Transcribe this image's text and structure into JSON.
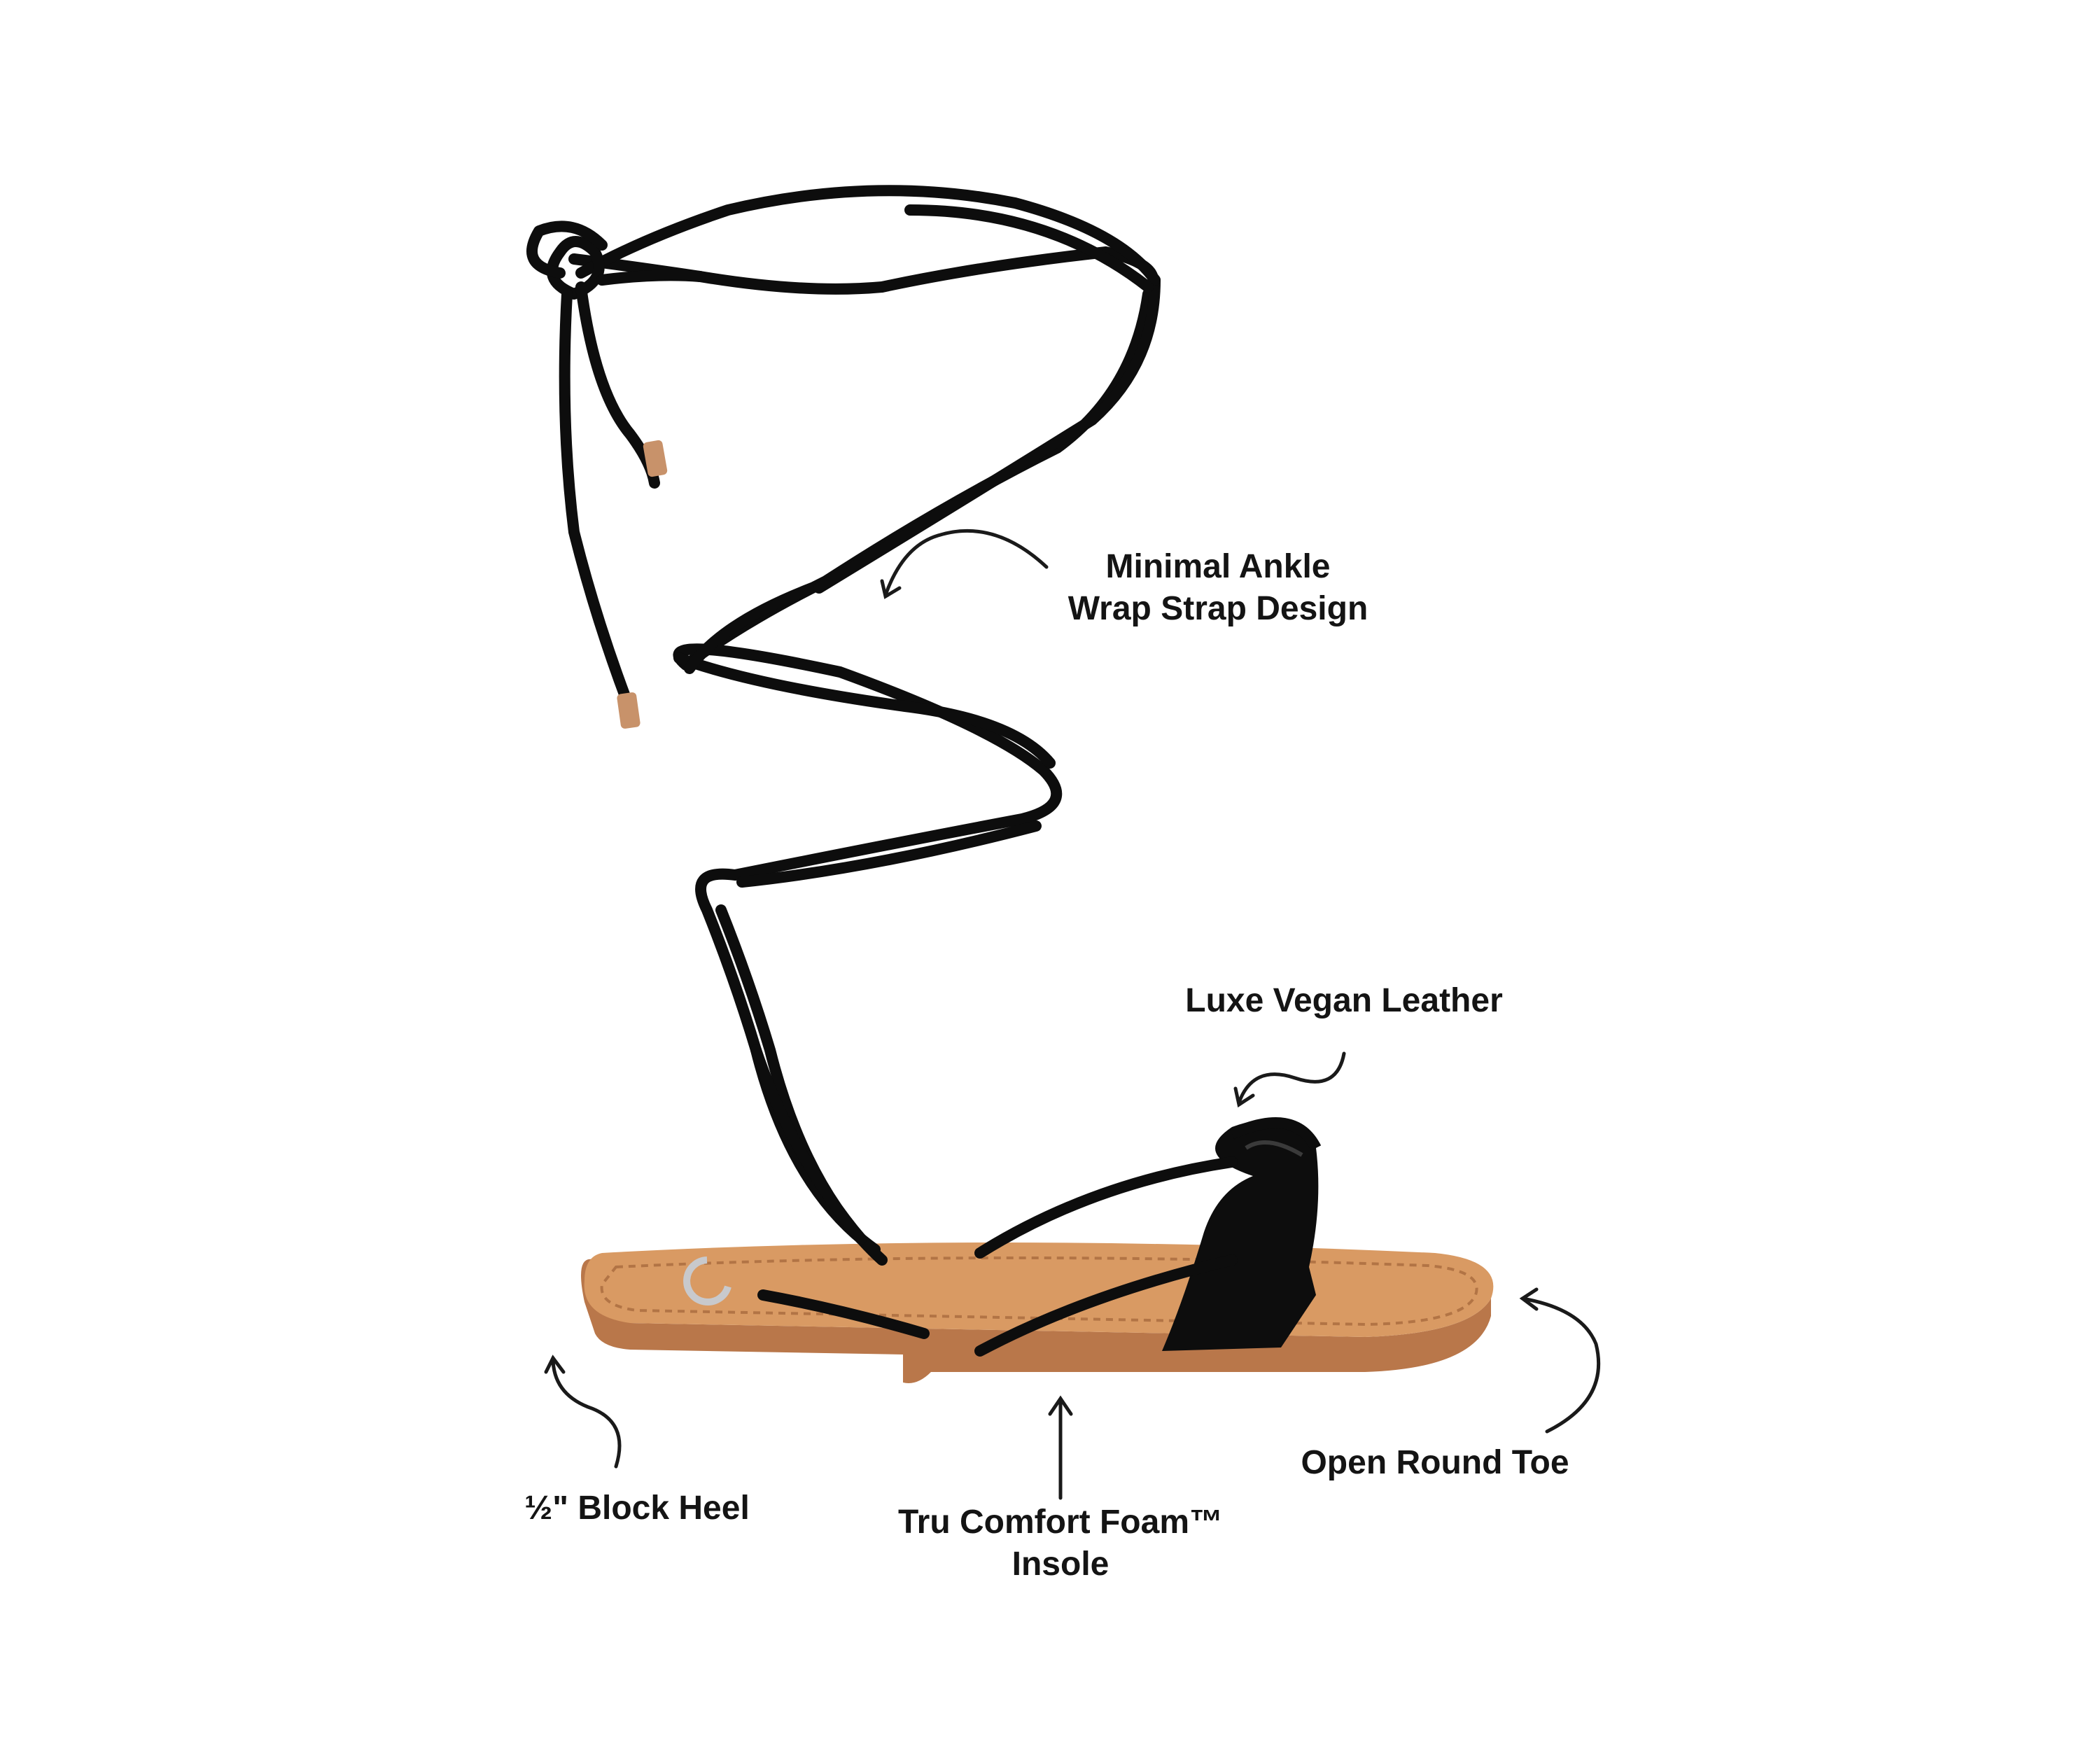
{
  "callouts": {
    "ankle_wrap": {
      "line1": "Minimal Ankle",
      "line2": "Wrap Strap Design"
    },
    "leather": {
      "text": "Luxe Vegan Leather"
    },
    "heel": {
      "text": "½\" Block Heel"
    },
    "insole": {
      "line1": "Tru Comfort Foam™",
      "line2": "Insole"
    },
    "toe": {
      "text": "Open Round Toe"
    }
  },
  "colors": {
    "background": "#ffffff",
    "strap": "#0d0d0d",
    "footbed": "#d99a63",
    "sole": "#b9774a",
    "label_text": "#141414",
    "aglet": "#c8926a"
  }
}
